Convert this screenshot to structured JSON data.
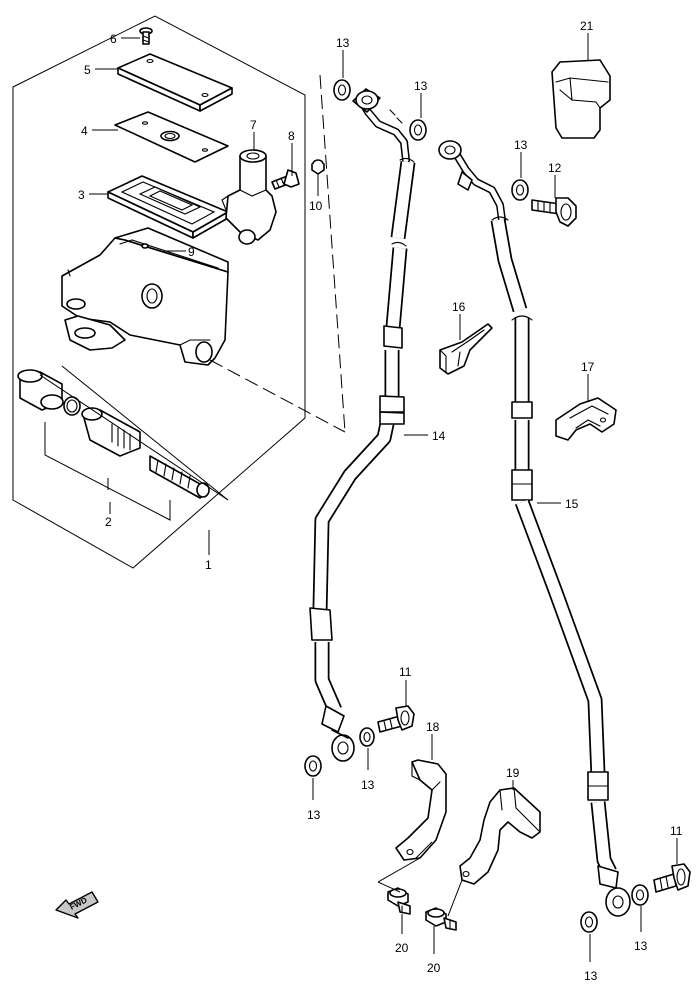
{
  "callouts": [
    {
      "id": "c6",
      "text": "6"
    },
    {
      "id": "c5",
      "text": "5"
    },
    {
      "id": "c4",
      "text": "4"
    },
    {
      "id": "c7",
      "text": "7"
    },
    {
      "id": "c8",
      "text": "8"
    },
    {
      "id": "c3",
      "text": "3"
    },
    {
      "id": "c10",
      "text": "10"
    },
    {
      "id": "c9",
      "text": "9"
    },
    {
      "id": "c2",
      "text": "2"
    },
    {
      "id": "c1",
      "text": "1"
    },
    {
      "id": "c13a",
      "text": "13"
    },
    {
      "id": "c13b",
      "text": "13"
    },
    {
      "id": "c13c",
      "text": "13"
    },
    {
      "id": "c12",
      "text": "12"
    },
    {
      "id": "c21",
      "text": "21"
    },
    {
      "id": "c16",
      "text": "16"
    },
    {
      "id": "c17",
      "text": "17"
    },
    {
      "id": "c14",
      "text": "14"
    },
    {
      "id": "c15",
      "text": "15"
    },
    {
      "id": "c11a",
      "text": "11"
    },
    {
      "id": "c18",
      "text": "18"
    },
    {
      "id": "c19",
      "text": "19"
    },
    {
      "id": "c13d",
      "text": "13"
    },
    {
      "id": "c13e",
      "text": "13"
    },
    {
      "id": "c11b",
      "text": "11"
    },
    {
      "id": "c13f",
      "text": "13"
    },
    {
      "id": "c13g",
      "text": "13"
    },
    {
      "id": "c20a",
      "text": "20"
    },
    {
      "id": "c20b",
      "text": "20"
    }
  ],
  "fwd_label": "FWD"
}
